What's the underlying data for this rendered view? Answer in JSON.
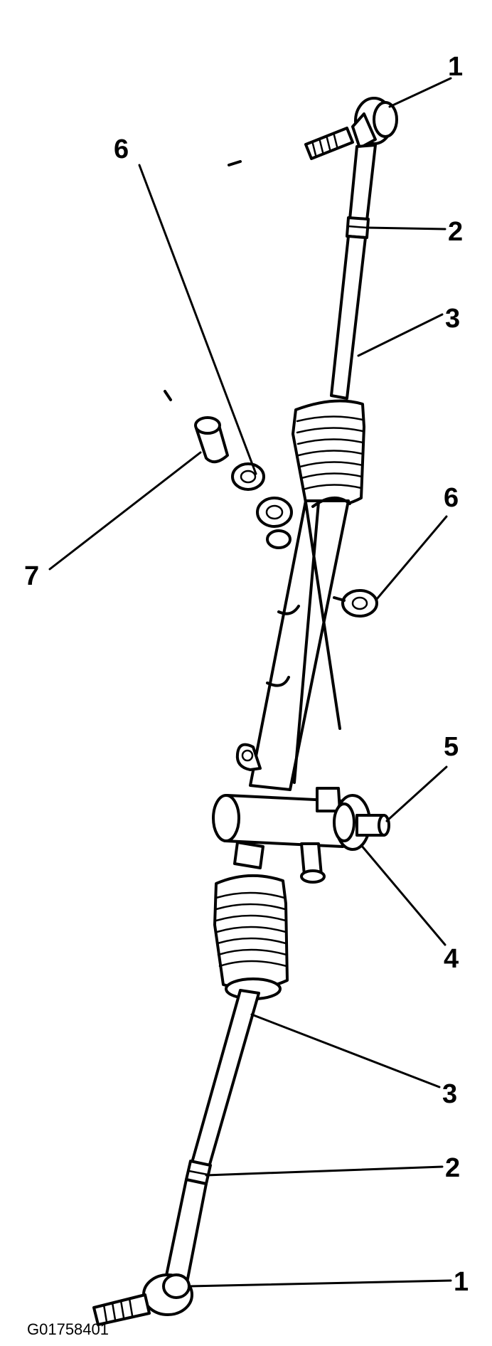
{
  "figure": {
    "id": "G01758401",
    "callouts": {
      "c1_top": "1",
      "c2_top": "2",
      "c3_top": "3",
      "c6_left": "6",
      "c7": "7",
      "c6_right": "6",
      "c5": "5",
      "c4": "4",
      "c3_bottom": "3",
      "c2_bottom": "2",
      "c1_bottom": "1"
    }
  }
}
